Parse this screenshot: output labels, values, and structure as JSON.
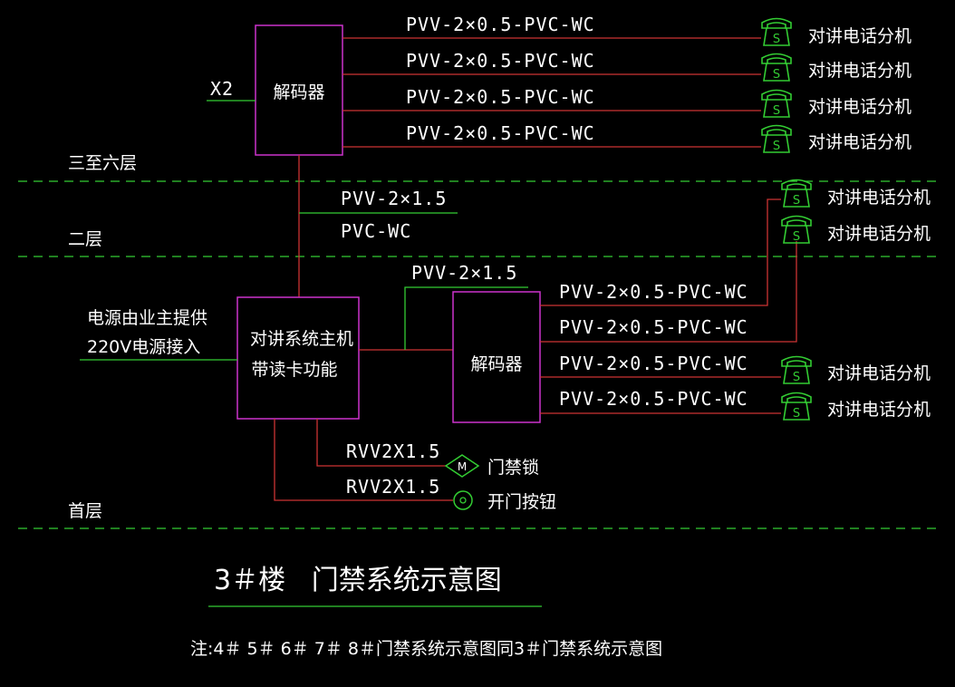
{
  "colors": {
    "background": "#000000",
    "box": "#cc33cc",
    "wire": "#cc3333",
    "floor_line": "#33cc33",
    "phone": "#33cc33",
    "text": "#ffffff"
  },
  "floors": {
    "f3to6": "三至六层",
    "f2": "二层",
    "f1": "首层"
  },
  "top": {
    "decoder": "解码器",
    "x2": "X2",
    "cables": [
      "PVV-2×0.5-PVC-WC",
      "PVV-2×0.5-PVC-WC",
      "PVV-2×0.5-PVC-WC",
      "PVV-2×0.5-PVC-WC"
    ],
    "phones": [
      "对讲电话分机",
      "对讲电话分机",
      "对讲电话分机",
      "对讲电话分机"
    ]
  },
  "riser": {
    "cable_line1": "PVV-2×1.5",
    "cable_line2": "PVC-WC"
  },
  "host": {
    "line1": "对讲系统主机",
    "line2": "带读卡功能",
    "power_line1": "电源由业主提供",
    "power_line2": "220V电源接入"
  },
  "lower": {
    "link_cable": "PVV-2×1.5",
    "decoder": "解码器",
    "cables": [
      "PVV-2×0.5-PVC-WC",
      "PVV-2×0.5-PVC-WC",
      "PVV-2×0.5-PVC-WC",
      "PVV-2×0.5-PVC-WC"
    ],
    "phones_2f": [
      "对讲电话分机",
      "对讲电话分机"
    ],
    "phones_1f": [
      "对讲电话分机",
      "对讲电话分机"
    ]
  },
  "access": {
    "lock_cable": "RVV2X1.5",
    "lock_symbol": "M",
    "lock": "门禁锁",
    "button_cable": "RVV2X1.5",
    "button": "开门按钮"
  },
  "phone_symbol": "S",
  "title": "3＃楼   门禁系统示意图",
  "note": "注:4＃ 5＃ 6＃ 7＃ 8＃门禁系统示意图同3＃门禁系统示意图"
}
